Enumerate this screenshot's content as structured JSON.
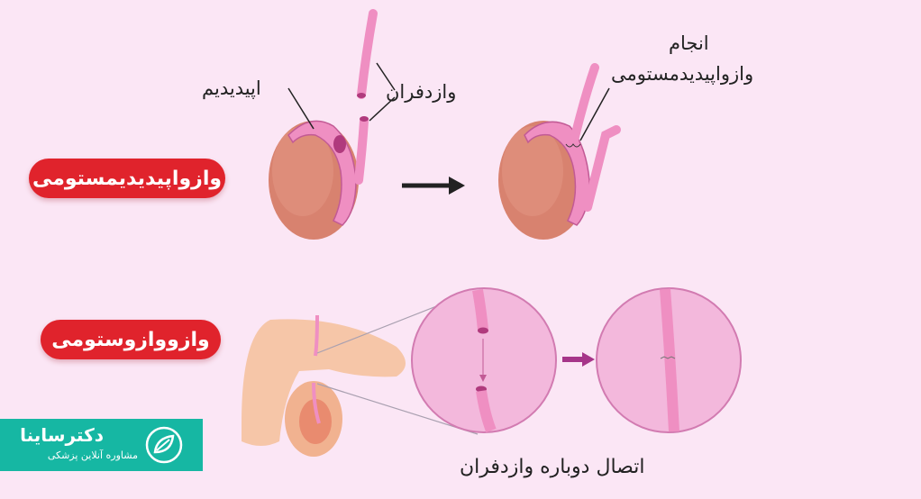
{
  "badges": {
    "vasoepididymostomy": "وازواپیدیدیمستومی",
    "vasovasostomy": "وازووازوستومی"
  },
  "labels": {
    "epididymis": "اپیدیدیم",
    "vas_deferens": "وازدفران",
    "done_line1": "انجام",
    "done_line2": "وازواپیدیدمستومی",
    "reconnect": "اتصال دوباره وازدفران"
  },
  "logo": {
    "title": "دکترساینا",
    "subtitle": "مشاوره آنلاین پزشکی"
  },
  "colors": {
    "background": "#fbe6f5",
    "badge": "#e0232c",
    "testis": "#d8826f",
    "duct": "#ef8fc2",
    "logo_bg": "#16b7a3",
    "arrow_purple": "#a63589"
  }
}
